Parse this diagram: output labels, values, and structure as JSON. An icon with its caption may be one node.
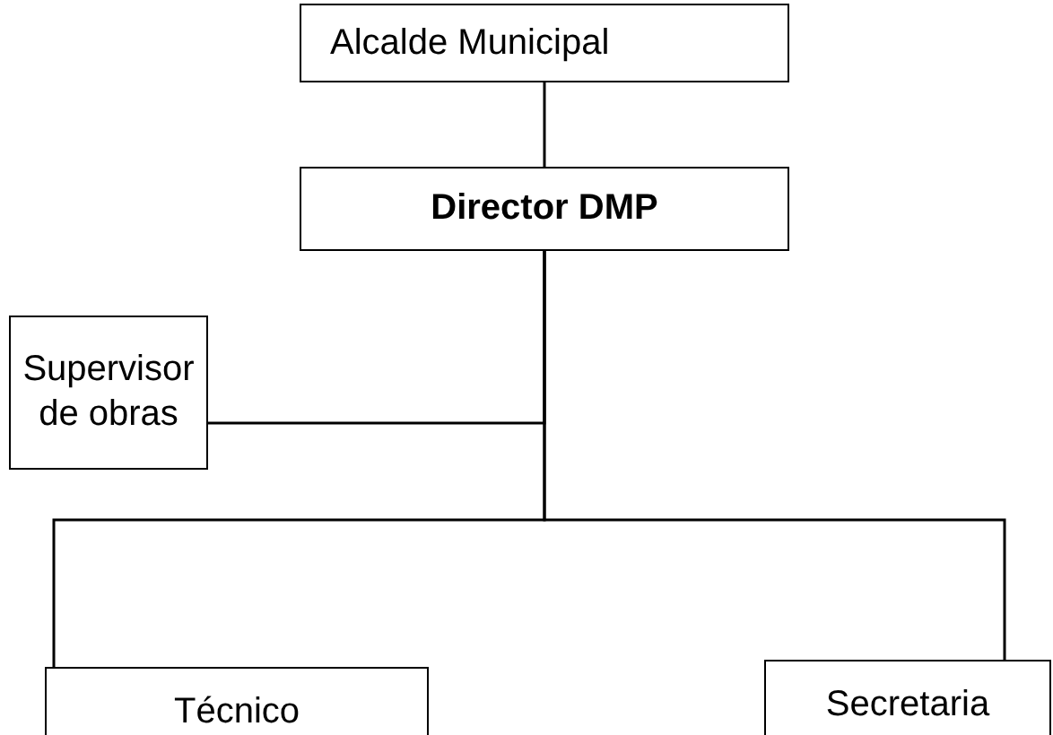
{
  "diagram": {
    "nodes": [
      {
        "text": [
          "Alcalde Municipal"
        ]
      },
      {
        "text": [
          "Director DMP"
        ]
      },
      {
        "text": [
          "Supervisor de obras"
        ]
      },
      {
        "text": [
          "Técnico"
        ]
      },
      {
        "text": [
          "Secretaria"
        ]
      }
    ],
    "edges": [
      {
        "from": 0,
        "to": 1,
        "arrow": "none"
      },
      {
        "from": 1,
        "to": 2,
        "arrow": "none"
      },
      {
        "from": 1,
        "to": 3,
        "arrow": "none"
      },
      {
        "from": 1,
        "to": 4,
        "arrow": "none"
      }
    ]
  }
}
